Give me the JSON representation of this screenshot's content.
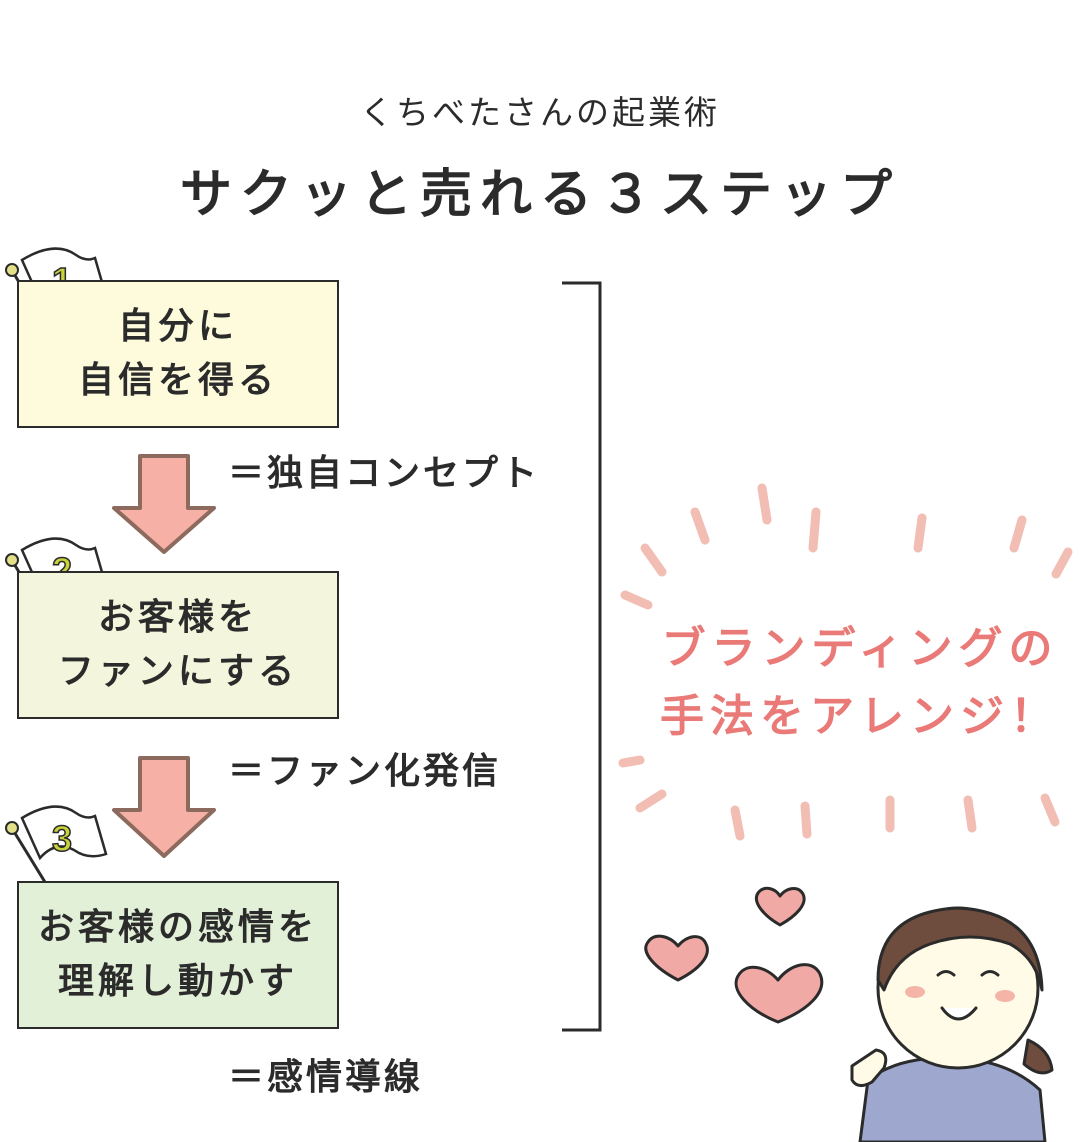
{
  "header": {
    "subtitle": "くちべたさんの起業術",
    "title": "サクッと売れる３ステップ"
  },
  "steps": [
    {
      "number": "1",
      "line1": "自分に",
      "line2": "自信を得る",
      "result": "＝独自コンセプト",
      "color": "#fdfbdc"
    },
    {
      "number": "2",
      "line1": "お客様を",
      "line2": "ファンにする",
      "result": "＝ファン化発信",
      "color": "#f3f6dc"
    },
    {
      "number": "3",
      "line1": "お客様の感情を",
      "line2": "理解し動かす",
      "result": "＝感情導線",
      "color": "#e3f0d8"
    }
  ],
  "callout": {
    "line1": "ブランディングの",
    "line2": "手法をアレンジ！",
    "color": "#ea7a78"
  },
  "colors": {
    "arrow_fill": "#f6b0a6",
    "arrow_stroke": "#8c6a5e",
    "flag_number": "#c8d23c",
    "ray": "#f2bdb3",
    "heart": "#f0a9a4"
  }
}
